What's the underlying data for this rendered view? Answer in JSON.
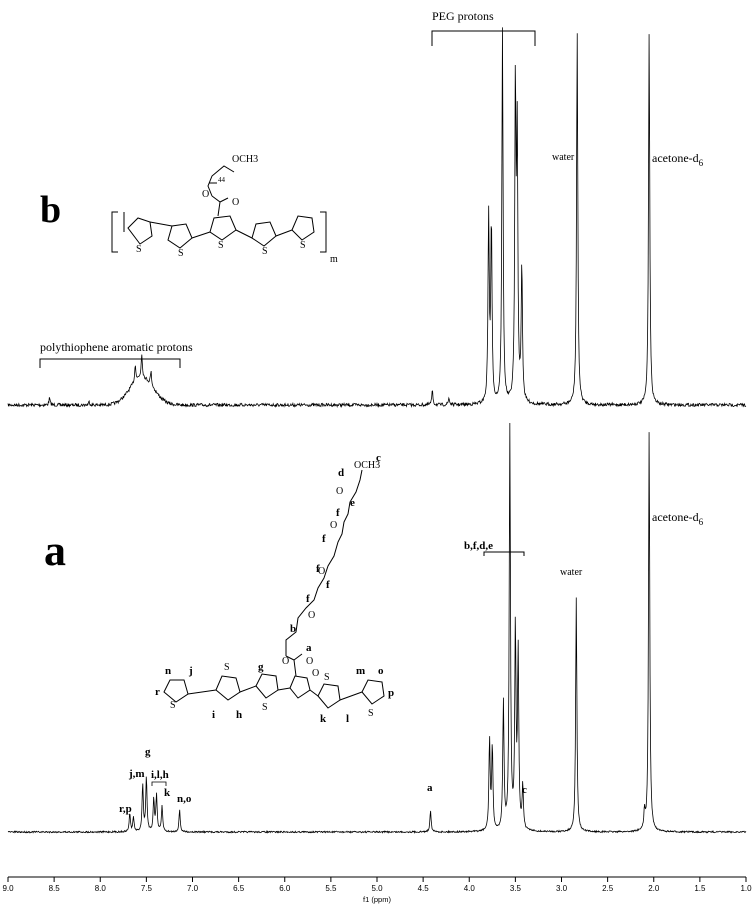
{
  "chart_data": {
    "type": "line",
    "xlabel": "f1 (ppm)",
    "xlim": [
      9.0,
      1.0
    ],
    "x_reversed": true,
    "ticks": [
      "9.0",
      "8.5",
      "8.0",
      "7.5",
      "7.0",
      "6.5",
      "6.0",
      "5.5",
      "5.0",
      "4.5",
      "4.0",
      "3.5",
      "3.0",
      "2.5",
      "2.0",
      "1.5",
      "1.0"
    ],
    "series": [
      {
        "panel_label": "b",
        "peaks": [
          {
            "ppm": 8.55,
            "h": 0.02
          },
          {
            "ppm": 8.12,
            "h": 0.01
          },
          {
            "ppm": 7.62,
            "h": 0.05
          },
          {
            "ppm": 7.55,
            "h": 0.07
          },
          {
            "ppm": 7.45,
            "h": 0.04
          },
          {
            "ppm": 4.4,
            "h": 0.04
          },
          {
            "ppm": 4.22,
            "h": 0.02
          },
          {
            "ppm": 3.79,
            "h": 0.55
          },
          {
            "ppm": 3.76,
            "h": 0.53
          },
          {
            "ppm": 3.64,
            "h": 1.1
          },
          {
            "ppm": 3.5,
            "h": 0.92
          },
          {
            "ppm": 3.48,
            "h": 0.75
          },
          {
            "ppm": 3.43,
            "h": 0.4
          },
          {
            "ppm": 2.83,
            "h": 1.1
          },
          {
            "ppm": 2.05,
            "h": 1.1
          }
        ],
        "annotations": [
          {
            "text": "PEG protons",
            "x_from": 4.45,
            "x_to": 3.3
          },
          {
            "text": "polythiophene aromatic protons",
            "x_from": 8.62,
            "x_to": 7.12
          },
          {
            "text": "water",
            "ppm": 2.83
          },
          {
            "text": "acetone-d",
            "sub": "6",
            "ppm": 2.05
          }
        ]
      },
      {
        "panel_label": "a",
        "peaks": [
          {
            "ppm": 7.68,
            "h": 0.05
          },
          {
            "ppm": 7.64,
            "h": 0.04
          },
          {
            "ppm": 7.54,
            "h": 0.13
          },
          {
            "ppm": 7.5,
            "h": 0.15
          },
          {
            "ppm": 7.42,
            "h": 0.09
          },
          {
            "ppm": 7.39,
            "h": 0.1
          },
          {
            "ppm": 7.33,
            "h": 0.07
          },
          {
            "ppm": 7.14,
            "h": 0.06
          },
          {
            "ppm": 4.42,
            "h": 0.06
          },
          {
            "ppm": 3.78,
            "h": 0.25
          },
          {
            "ppm": 3.75,
            "h": 0.23
          },
          {
            "ppm": 3.63,
            "h": 0.35
          },
          {
            "ppm": 3.56,
            "h": 1.1
          },
          {
            "ppm": 3.5,
            "h": 0.55
          },
          {
            "ppm": 3.47,
            "h": 0.48
          },
          {
            "ppm": 3.42,
            "h": 0.12
          },
          {
            "ppm": 2.84,
            "h": 0.64
          },
          {
            "ppm": 2.1,
            "h": 0.05
          },
          {
            "ppm": 2.05,
            "h": 1.1
          }
        ],
        "annotations": [
          {
            "text": "r,p",
            "ppm": 7.7
          },
          {
            "text": "j,m",
            "ppm": 7.55
          },
          {
            "text": "g",
            "ppm": 7.5
          },
          {
            "text": "i,l,h",
            "ppm": 7.38
          },
          {
            "text": "k",
            "ppm": 7.33
          },
          {
            "text": "n,o",
            "ppm": 7.14
          },
          {
            "text": "a",
            "ppm": 4.42
          },
          {
            "text": "b,f,d,e",
            "x_from": 3.88,
            "x_to": 3.42
          },
          {
            "text": "c",
            "ppm": 3.42
          },
          {
            "text": "water",
            "ppm": 2.84
          },
          {
            "text": "acetone-d",
            "sub": "6",
            "ppm": 2.05
          }
        ]
      }
    ],
    "structure_b": {
      "labels": [
        "OCH3",
        "44",
        "O",
        "O",
        "S",
        "S",
        "S",
        "S",
        "S",
        "m"
      ]
    },
    "structure_a": {
      "chain_labels": [
        "c",
        "d",
        "e",
        "f",
        "f",
        "f",
        "f",
        "f",
        "b",
        "a"
      ],
      "ring_labels": [
        "n",
        "j",
        "r",
        "g",
        "m",
        "o",
        "p",
        "i",
        "h",
        "k",
        "l"
      ],
      "atoms": [
        "OCH3",
        "O",
        "O",
        "O",
        "O",
        "O",
        "O",
        "O",
        "S",
        "S",
        "S",
        "S",
        "S"
      ]
    },
    "grid": false
  }
}
